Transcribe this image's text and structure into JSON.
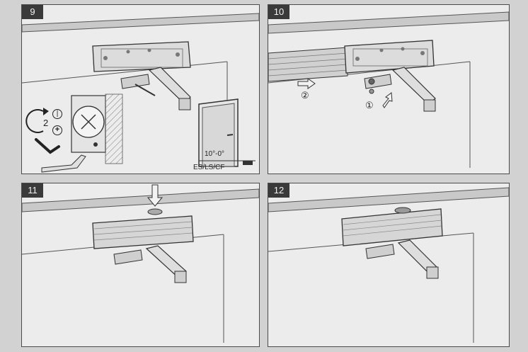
{
  "steps": [
    {
      "number": "9",
      "labels": {
        "rotate_step": "2",
        "angle": "10°-0°",
        "variants": "ES/LS/CF"
      }
    },
    {
      "number": "10",
      "labels": {
        "step_one": "①",
        "step_two": "②"
      }
    },
    {
      "number": "11"
    },
    {
      "number": "12"
    }
  ],
  "icons": {
    "minus": "minus-circle-icon",
    "plus": "plus-circle-icon"
  }
}
